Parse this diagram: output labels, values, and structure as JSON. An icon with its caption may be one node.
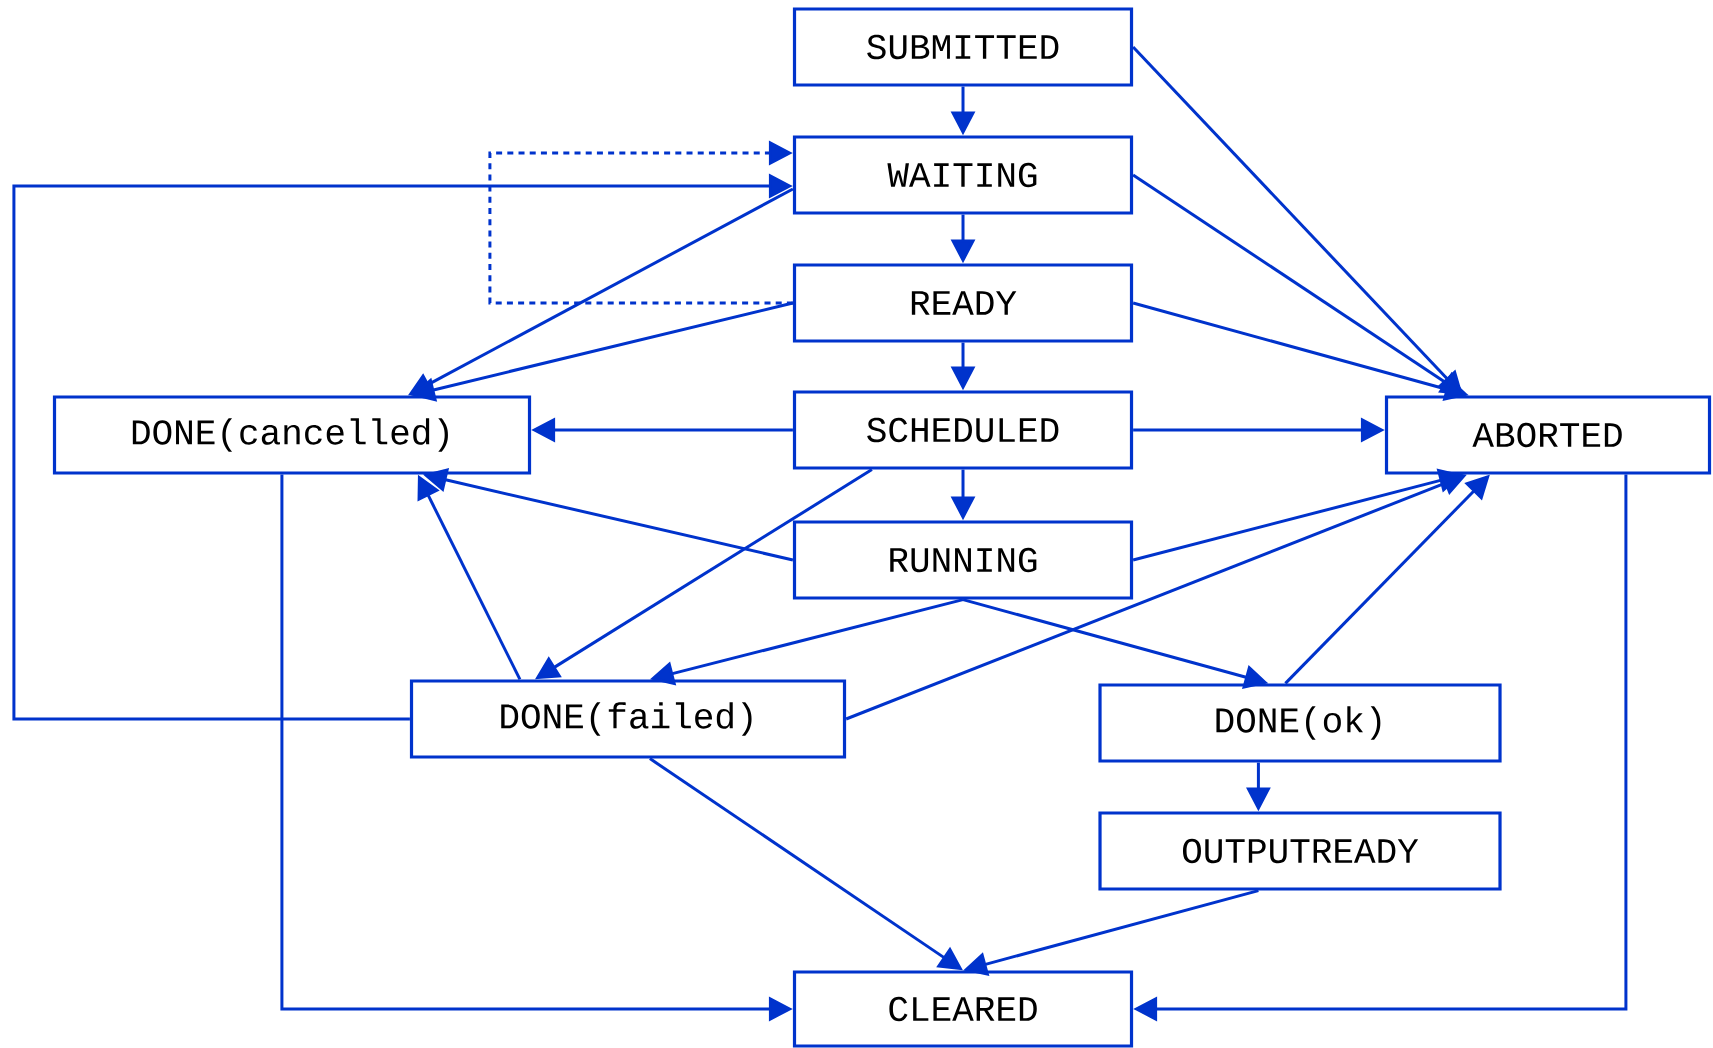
{
  "diagram": {
    "nodes": [
      {
        "text": [
          "SUBMITTED"
        ]
      },
      {
        "text": [
          "WAITING"
        ]
      },
      {
        "text": [
          "READY"
        ]
      },
      {
        "text": [
          "DONE(cancelled)"
        ]
      },
      {
        "text": [
          "SCHEDULED"
        ]
      },
      {
        "text": [
          "ABORTED"
        ]
      },
      {
        "text": [
          "RUNNING"
        ]
      },
      {
        "text": [
          "DONE(failed)"
        ]
      },
      {
        "text": [
          "DONE(ok)"
        ]
      },
      {
        "text": [
          "OUTPUTREADY"
        ]
      },
      {
        "text": [
          "CLEARED"
        ]
      }
    ],
    "edges": [
      {
        "from": 0,
        "to": 1,
        "arrow": "to"
      },
      {
        "from": 1,
        "to": 2,
        "arrow": "to"
      },
      {
        "from": 2,
        "to": 4,
        "arrow": "to"
      },
      {
        "from": 4,
        "to": 6,
        "arrow": "to"
      },
      {
        "from": 0,
        "to": 5,
        "arrow": "to"
      },
      {
        "from": 1,
        "to": 5,
        "arrow": "to"
      },
      {
        "from": 2,
        "to": 5,
        "arrow": "to"
      },
      {
        "from": 4,
        "to": 5,
        "arrow": "to"
      },
      {
        "from": 6,
        "to": 5,
        "arrow": "to"
      },
      {
        "from": 7,
        "to": 5,
        "arrow": "to"
      },
      {
        "from": 8,
        "to": 5,
        "arrow": "to"
      },
      {
        "from": 1,
        "to": 3,
        "arrow": "to"
      },
      {
        "from": 2,
        "to": 3,
        "arrow": "to"
      },
      {
        "from": 4,
        "to": 3,
        "arrow": "to"
      },
      {
        "from": 6,
        "to": 3,
        "arrow": "to"
      },
      {
        "from": 7,
        "to": 3,
        "arrow": "to"
      },
      {
        "from": 4,
        "to": 7,
        "arrow": "to"
      },
      {
        "from": 6,
        "to": 7,
        "arrow": "to"
      },
      {
        "from": 6,
        "to": 8,
        "arrow": "to"
      },
      {
        "from": 8,
        "to": 9,
        "arrow": "to"
      },
      {
        "from": 7,
        "to": 10,
        "arrow": "to"
      },
      {
        "from": 9,
        "to": 10,
        "arrow": "to"
      },
      {
        "from": 3,
        "to": 10,
        "arrow": "to"
      },
      {
        "from": 5,
        "to": 10,
        "arrow": "to"
      },
      {
        "from": 7,
        "to": 1,
        "arrow": "to"
      },
      {
        "from": 2,
        "to": 1,
        "arrow": "to",
        "style": "dashed"
      }
    ]
  }
}
